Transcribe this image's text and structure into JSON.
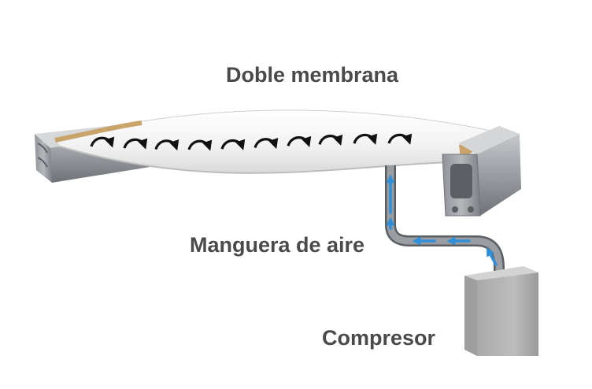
{
  "labels": {
    "membrane": "Doble membrana",
    "hose": "Manguera de aire",
    "compressor": "Compresor"
  },
  "icons": {
    "airflow_arrows": "curved-arrow-icon",
    "hose_flow": "arrow-icon"
  },
  "colors": {
    "label_text": "#4a4a4a",
    "rail_metal": "#9a9ea3",
    "membrane": "#f4f4f4",
    "membrane_edge": "#c9a46a",
    "hose": "#7d8186",
    "airflow_arrow": "#2f8fd8",
    "membrane_arrow": "#111111",
    "compressor": "#b8b8b8"
  }
}
